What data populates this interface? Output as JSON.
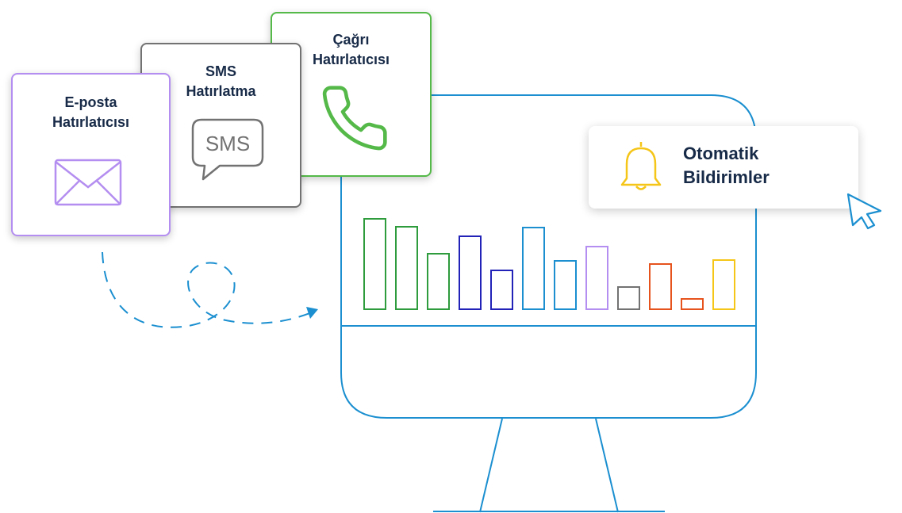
{
  "cards": {
    "email": {
      "line1": "E-posta",
      "line2": "Hatırlatıcısı",
      "color": "#b48ef0"
    },
    "sms": {
      "line1": "SMS",
      "line2": "Hatırlatma",
      "icon_text": "SMS",
      "color": "#727272"
    },
    "call": {
      "line1": "Çağrı",
      "line2": "Hatırlatıcısı",
      "color": "#54b948"
    }
  },
  "notification": {
    "line1": "Otomatik",
    "line2": "Bildirimler",
    "icon": "bell-icon",
    "accent": "#f5c518"
  },
  "monitor_color": "#1b8fd0",
  "chart_data": {
    "type": "bar",
    "values": [
      114,
      104,
      70,
      92,
      49,
      103,
      61,
      79,
      28,
      57,
      13,
      62
    ],
    "colors": [
      "#2e9b3c",
      "#2e9b3c",
      "#2e9b3c",
      "#2222b8",
      "#2222b8",
      "#1b8fd0",
      "#1b8fd0",
      "#b48ef0",
      "#727272",
      "#e6531d",
      "#e6531d",
      "#f5c518"
    ]
  }
}
